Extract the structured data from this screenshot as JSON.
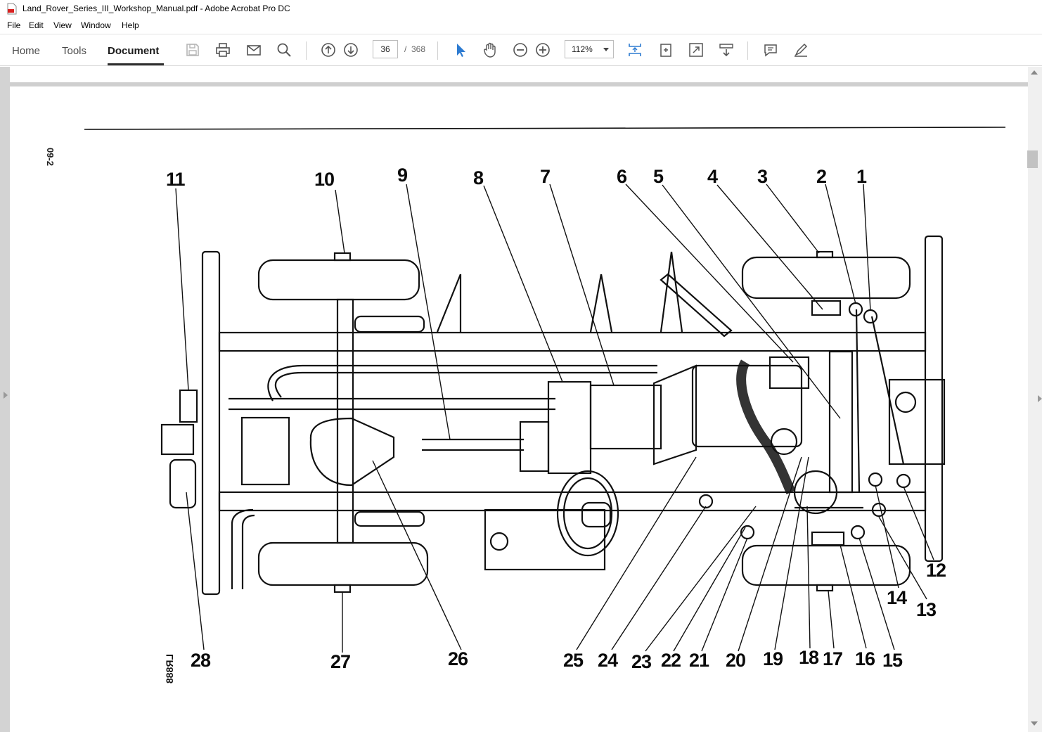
{
  "window": {
    "title": "Land_Rover_Series_III_Workshop_Manual.pdf - Adobe Acrobat Pro DC"
  },
  "menu": {
    "items": [
      "File",
      "Edit",
      "View",
      "Window",
      "Help"
    ]
  },
  "tabs": {
    "home": "Home",
    "tools": "Tools",
    "document": "Document"
  },
  "toolbar": {
    "page_current": "36",
    "page_separator": "/",
    "page_total": "368",
    "zoom": "112%",
    "icons": [
      "save-icon",
      "print-icon",
      "email-icon",
      "search-icon",
      "prev-page-icon",
      "next-page-icon",
      "select-arrow-icon",
      "hand-icon",
      "zoom-out-icon",
      "zoom-in-icon",
      "fit-page-icon",
      "rotate-icon",
      "fullscreen-icon",
      "scroll-mode-icon",
      "comment-icon",
      "highlight-pen-icon"
    ]
  },
  "document": {
    "page_code": "09-2",
    "figure_code": "LR888",
    "callouts_top": [
      "11",
      "10",
      "9",
      "8",
      "7",
      "6",
      "5",
      "4",
      "3",
      "2",
      "1"
    ],
    "callouts_right": [
      "12",
      "14",
      "13"
    ],
    "callouts_bottom": [
      "28",
      "27",
      "26",
      "25",
      "24",
      "23",
      "22",
      "21",
      "20",
      "19",
      "18",
      "17",
      "16",
      "15"
    ]
  },
  "colors": {
    "accent_blue": "#2d7bd1",
    "ink": "#111111"
  }
}
